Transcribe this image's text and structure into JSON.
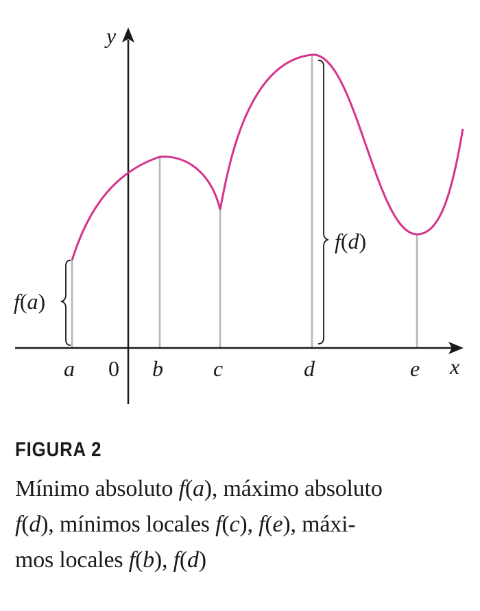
{
  "figure": {
    "axis_x_label": "x",
    "axis_y_label": "y",
    "origin_label": "0",
    "points": [
      {
        "id": "a",
        "label": "a",
        "kind": "absolute-min"
      },
      {
        "id": "b",
        "label": "b",
        "kind": "local-max"
      },
      {
        "id": "c",
        "label": "c",
        "kind": "local-min"
      },
      {
        "id": "d",
        "label": "d",
        "kind": "absolute-max"
      },
      {
        "id": "e",
        "label": "e",
        "kind": "local-min"
      }
    ],
    "value_labels": {
      "fa": {
        "fn": "f",
        "open": "(",
        "arg": "a",
        "close": ")"
      },
      "fd": {
        "fn": "f",
        "open": "(",
        "arg": "d",
        "close": ")"
      }
    },
    "colors": {
      "curve": "#d6338c",
      "axes": "#1a1a1a",
      "guides": "#b5b5b5",
      "braces": "#1a1a1a"
    }
  },
  "caption": {
    "title": "FIGURA 2",
    "lines": [
      "Mínimo absoluto f(a), máximo absoluto",
      "f(d), mínimos locales f(c), f(e), máxi-",
      "mos locales f(b), f(d)"
    ]
  }
}
